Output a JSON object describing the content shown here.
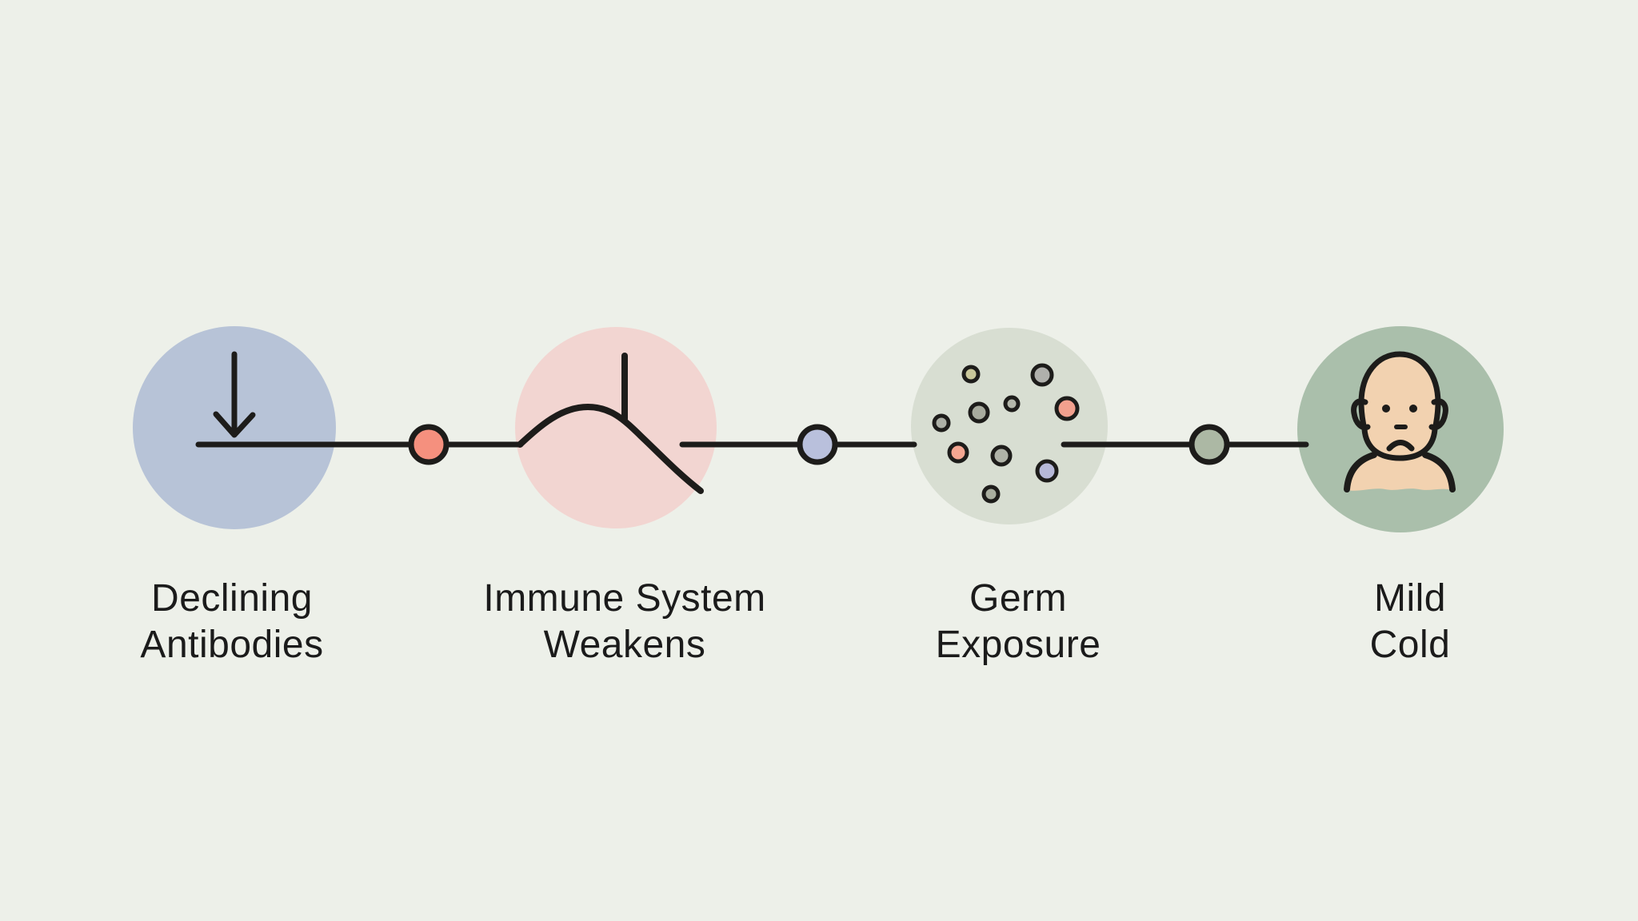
{
  "colors": {
    "background": "#edf0e9",
    "stroke": "#1d1c1a",
    "text": "#1b1b1b"
  },
  "stages": [
    {
      "id": "declining-antibodies",
      "label_line1": "Declining",
      "label_line2": "Antibodies",
      "icon": "arrow-down-to-line-icon",
      "circle_color": "#b7c3d7"
    },
    {
      "id": "immune-system-weakens",
      "label_line1": "Immune System",
      "label_line2": "Weakens",
      "icon": "declining-curve-icon",
      "circle_color": "#f2d5d1"
    },
    {
      "id": "germ-exposure",
      "label_line1": "Germ",
      "label_line2": "Exposure",
      "icon": "germ-particles-icon",
      "circle_color": "#d8ded2",
      "germ_colors": [
        "#c9c79a",
        "#b0b0ac",
        "#b4b7ab",
        "#a8ab9e",
        "#f2a08e",
        "#adb0a6",
        "#f4a691",
        "#b0b3a8",
        "#b6b8d8",
        "#a9ae9f"
      ]
    },
    {
      "id": "mild-cold",
      "label_line1": "Mild",
      "label_line2": "Cold",
      "icon": "sick-baby-icon",
      "circle_color": "#aabfab",
      "skin_color": "#f2d2b0"
    }
  ],
  "connectors": [
    {
      "dot_color": "#f5907e"
    },
    {
      "dot_color": "#b9c0dc"
    },
    {
      "dot_color": "#acb8a4"
    }
  ]
}
